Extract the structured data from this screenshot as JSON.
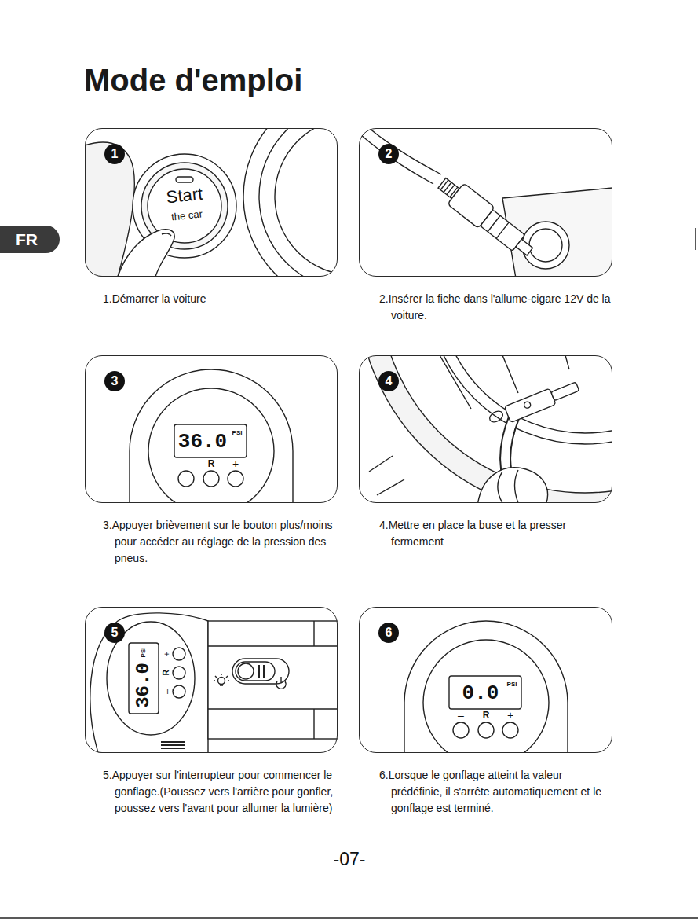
{
  "diagram": {
    "title": "Mode d'emploi",
    "nodes": [
      {
        "text": [
          "1",
          "1.Démarrer la voiture"
        ]
      },
      {
        "text": [
          "2",
          "2.Insérer la fiche dans l'allume-cigare 12V de la voiture."
        ]
      },
      {
        "text": [
          "3",
          "3.Appuyer brièvement sur le bouton plus/moins pour accéder au réglage de la pression des pneus."
        ]
      },
      {
        "text": [
          "4",
          "4.Mettre en place la buse et la presser fermement"
        ]
      },
      {
        "text": [
          "5",
          "5.Appuyer sur l'interrupteur pour commencer le gonflage.(Poussez vers l'arrière pour gonfler, poussez vers l'avant pour allumer la lumière)"
        ]
      },
      {
        "text": [
          "6",
          "6.Lorsque le gonflage atteint la valeur prédéfinie, il s'arrête automatiquement et le gonflage est terminé."
        ]
      },
      {
        "text": [
          "FR"
        ]
      }
    ],
    "labels": [
      "Start",
      "the car",
      "36.0",
      "PSI",
      "–",
      "R",
      "+",
      "36.0",
      "PSI",
      "+",
      "R",
      "–",
      "0.0",
      "PSI",
      "–",
      "R",
      "+",
      "-07-"
    ]
  }
}
